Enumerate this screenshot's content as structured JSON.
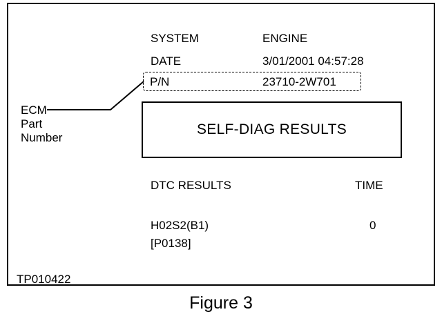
{
  "screen": {
    "system_label": "SYSTEM",
    "system_value": "ENGINE",
    "date_label": "DATE",
    "date_value": "3/01/2001 04:57:28",
    "pn_label": "P/N",
    "pn_value": "23710-2W701",
    "results_title": "SELF-DIAG RESULTS",
    "dtc_header": "DTC RESULTS",
    "time_header": "TIME",
    "dtc_rows": [
      {
        "name": "H02S2(B1)",
        "code": "[P0138]",
        "time": "0"
      }
    ]
  },
  "callout": {
    "line1": "ECM",
    "line2": "Part",
    "line3": "Number"
  },
  "figure": {
    "id": "TP010422",
    "caption": "Figure 3"
  }
}
